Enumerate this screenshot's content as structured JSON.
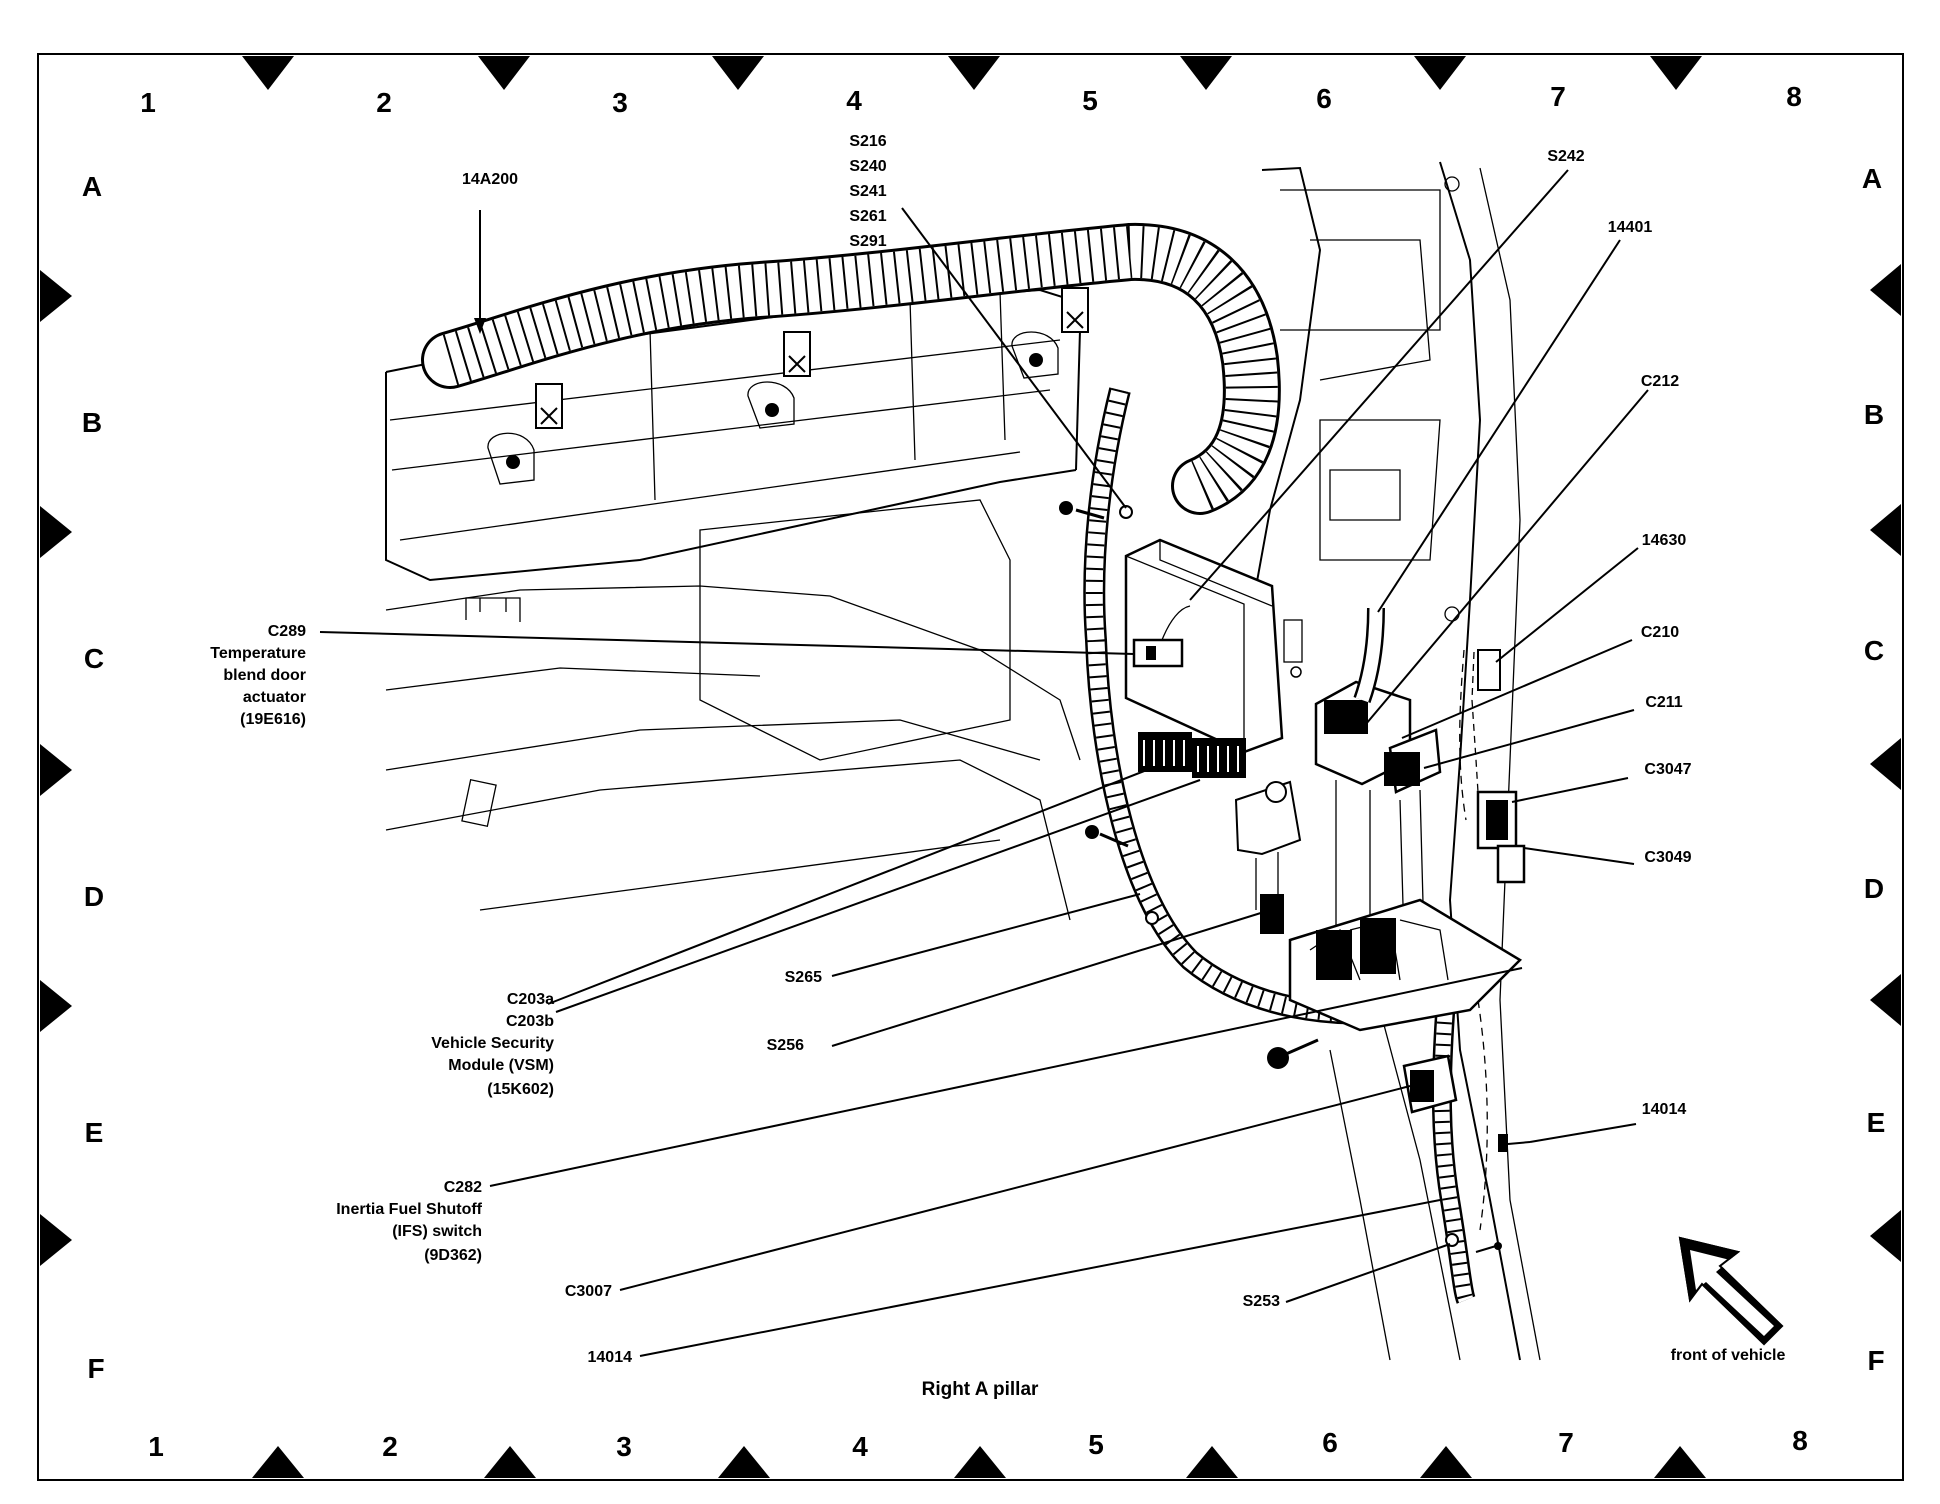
{
  "grid": {
    "columns": [
      "1",
      "2",
      "3",
      "4",
      "5",
      "6",
      "7",
      "8"
    ],
    "rows": [
      "A",
      "B",
      "C",
      "D",
      "E",
      "F"
    ]
  },
  "title": "Right A pillar",
  "orientation": {
    "label": "front of vehicle",
    "icon": "arrow-up-left-icon"
  },
  "callouts": {
    "harness": "14A200",
    "splices_top": [
      "S216",
      "S240",
      "S241",
      "S261",
      "S291"
    ],
    "s242": "S242",
    "h14401": "14401",
    "c212": "C212",
    "h14630": "14630",
    "c210": "C210",
    "c211": "C211",
    "c3047": "C3047",
    "c3049": "C3049",
    "c289": [
      "C289",
      "Temperature",
      "blend door",
      "actuator",
      "(19E616)"
    ],
    "c203": [
      "C203a",
      "C203b",
      "Vehicle Security",
      "Module (VSM)",
      "(15K602)"
    ],
    "s265": "S265",
    "s256": "S256",
    "c282": [
      "C282",
      "Inertia Fuel Shutoff",
      "(IFS) switch",
      "(9D362)"
    ],
    "c3007": "C3007",
    "h14014_right": "14014",
    "s253": "S253",
    "h14014_bottom": "14014"
  }
}
